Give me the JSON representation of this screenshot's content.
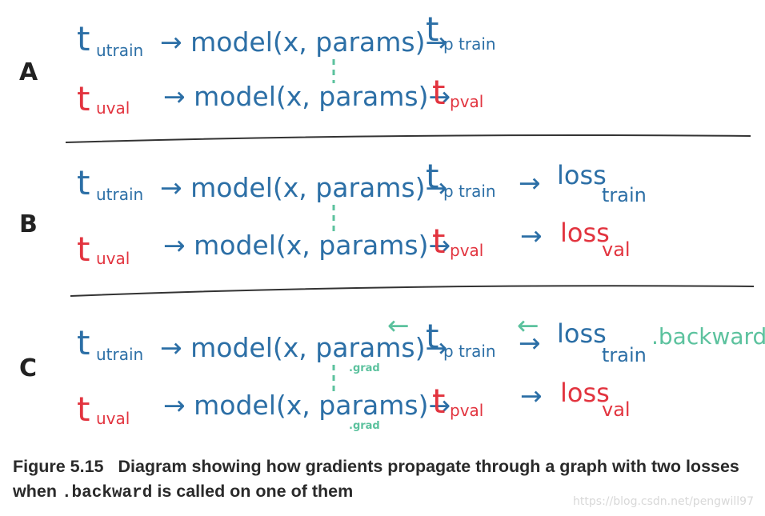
{
  "colors": {
    "blue": "#2c6fa6",
    "red": "#e2343f",
    "green": "#5cc29e",
    "dark": "#222222"
  },
  "labels": {
    "a": "A",
    "b": "B",
    "c": "C"
  },
  "tokens": {
    "t": "t",
    "u_train": "utrain",
    "u_val": "uval",
    "p_train": "p train",
    "p_val": "pval",
    "model": "→ model(x, params)→",
    "loss": "loss",
    "train": "train",
    "val": "val",
    "arrow": "→",
    "arrow_back": "←",
    "grad": ".grad",
    "backward": ".backward"
  },
  "caption": {
    "fig": "Figure 5.15",
    "text1": "Diagram showing how gradients propagate through a graph with two losses when",
    "code": ".backward",
    "text2": "is called on one of them"
  },
  "watermark": "https://blog.csdn.net/pengwill97"
}
